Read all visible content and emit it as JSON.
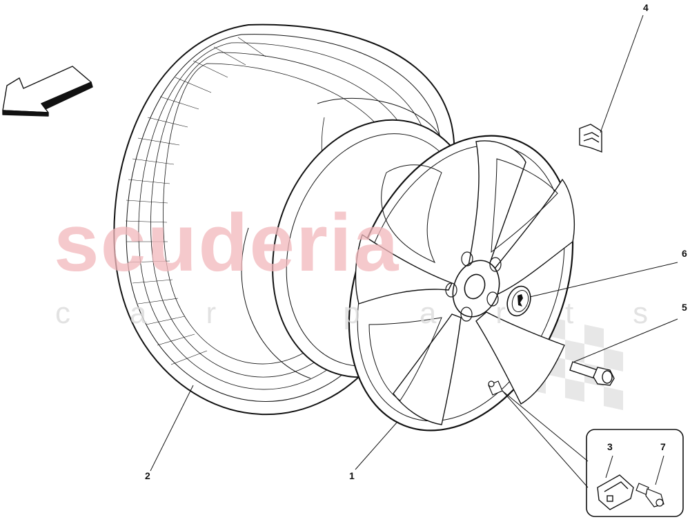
{
  "watermark": {
    "brand": "scuderia",
    "sub": "car parts",
    "brand_color": "#f2b8bc",
    "sub_color": "#dcdcdc"
  },
  "callouts": [
    "1",
    "2",
    "3",
    "4",
    "5",
    "6",
    "7"
  ],
  "colors": {
    "line": "#111111",
    "background": "#ffffff"
  }
}
